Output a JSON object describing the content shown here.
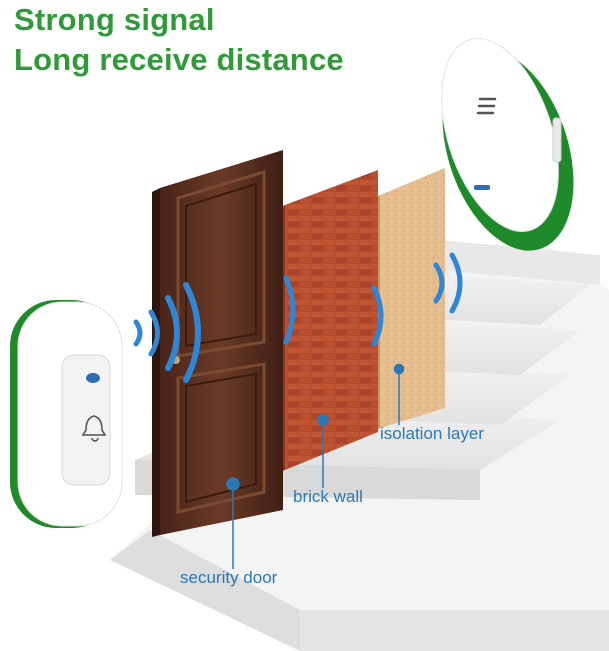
{
  "headline": {
    "line1": "Strong signal",
    "line2": "Long receive distance"
  },
  "labels": {
    "isolation_layer": "isolation layer",
    "brick_wall": "brick wall",
    "security_door": "security door"
  },
  "colors": {
    "headline": "#2f9a37",
    "callout": "#2a78b6",
    "signal_wave": "#2e86d6",
    "device_green": "#1f8a2a",
    "door_brown": "#5a2f1f",
    "brick": "#b24a2c",
    "isolation": "#e3b888"
  }
}
